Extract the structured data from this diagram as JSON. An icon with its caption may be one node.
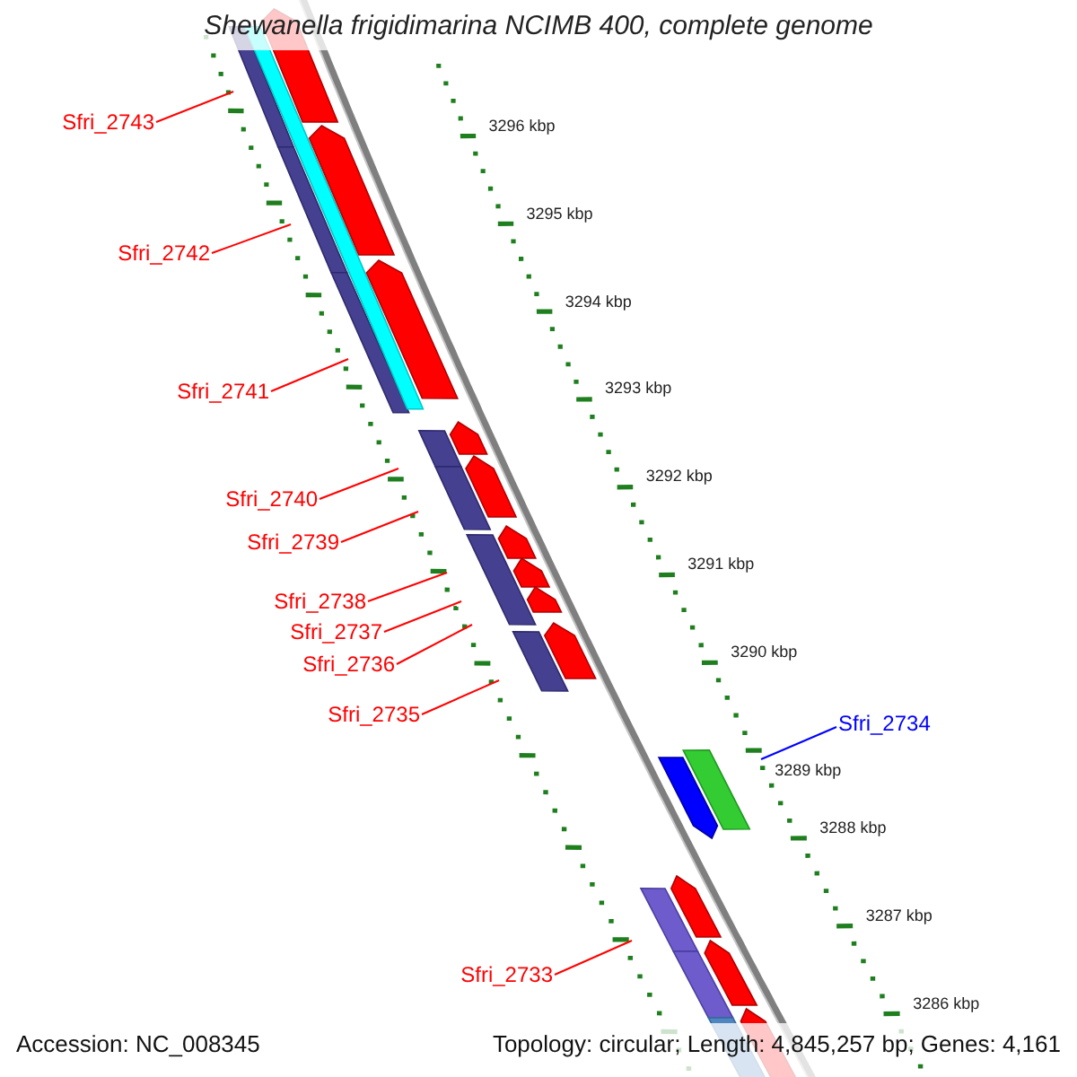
{
  "diagram": {
    "title": "Shewanella frigidimarina NCIMB 400, complete genome",
    "nodes": [
      {
        "text": [
          "Sfri_2743"
        ]
      },
      {
        "text": [
          "Sfri_2742"
        ]
      },
      {
        "text": [
          "Sfri_2741"
        ]
      },
      {
        "text": [
          "Sfri_2740"
        ]
      },
      {
        "text": [
          "Sfri_2739"
        ]
      },
      {
        "text": [
          "Sfri_2738"
        ]
      },
      {
        "text": [
          "Sfri_2737"
        ]
      },
      {
        "text": [
          "Sfri_2736"
        ]
      },
      {
        "text": [
          "Sfri_2735"
        ]
      },
      {
        "text": [
          "Sfri_2734"
        ]
      },
      {
        "text": [
          "Sfri_2733"
        ]
      }
    ],
    "edges": [
      {
        "from": 0,
        "to": null,
        "arrow": "none"
      },
      {
        "from": 1,
        "to": null,
        "arrow": "none"
      },
      {
        "from": 2,
        "to": null,
        "arrow": "none"
      },
      {
        "from": 3,
        "to": null,
        "arrow": "none"
      },
      {
        "from": 4,
        "to": null,
        "arrow": "none"
      },
      {
        "from": 5,
        "to": null,
        "arrow": "none"
      },
      {
        "from": 6,
        "to": null,
        "arrow": "none"
      },
      {
        "from": 7,
        "to": null,
        "arrow": "none"
      },
      {
        "from": 8,
        "to": null,
        "arrow": "none"
      },
      {
        "from": 9,
        "to": null,
        "arrow": "none",
        "color": "#0000ff"
      },
      {
        "from": 10,
        "to": null,
        "arrow": "none"
      }
    ],
    "labels": [
      "3296 kbp",
      "3295 kbp",
      "3294 kbp",
      "3293 kbp",
      "3292 kbp",
      "3291 kbp",
      "3290 kbp",
      "3289 kbp",
      "3288 kbp",
      "3287 kbp",
      "3286 kbp",
      "Accession: NC_008345",
      "Topology: circular; Length: 4,845,257 bp; Genes: 4,161"
    ]
  }
}
